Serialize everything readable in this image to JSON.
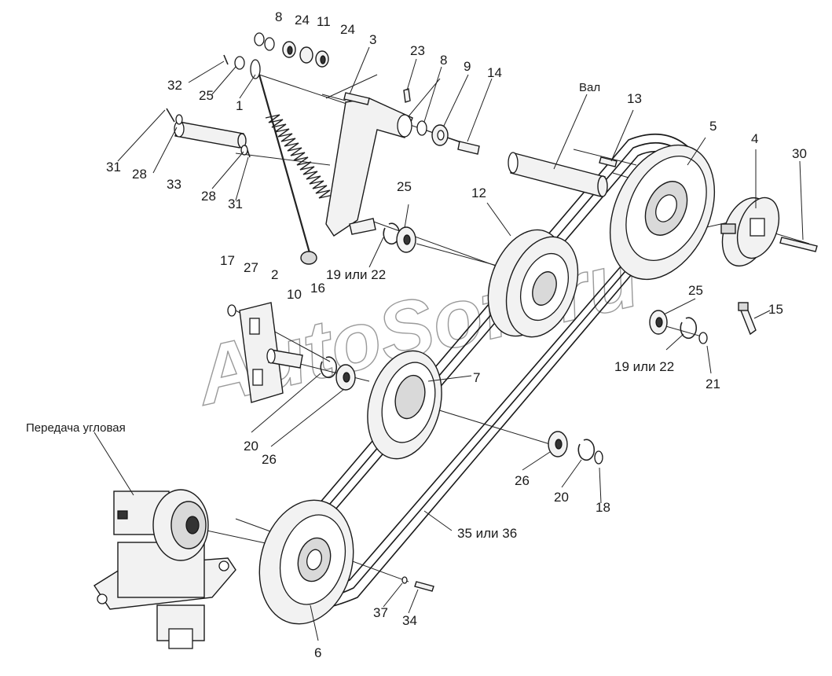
{
  "watermark": "AutoSoft.ru",
  "callouts": {
    "shaft": "Вал",
    "angular_gear": "Передача угловая"
  },
  "labels": {
    "n1": "1",
    "n2": "2",
    "n3": "3",
    "n4": "4",
    "n5": "5",
    "n6": "6",
    "n7": "7",
    "n8a": "8",
    "n8b": "8",
    "n9": "9",
    "n10": "10",
    "n11": "11",
    "n12": "12",
    "n13": "13",
    "n14": "14",
    "n15": "15",
    "n16": "16",
    "n17": "17",
    "n18": "18",
    "n19a": "19 или 22",
    "n19b": "19 или 22",
    "n20a": "20",
    "n20b": "20",
    "n21": "21",
    "n23": "23",
    "n24a": "24",
    "n24b": "24",
    "n25a": "25",
    "n25b": "25",
    "n25c": "25",
    "n26a": "26",
    "n26b": "26",
    "n27": "27",
    "n28a": "28",
    "n28b": "28",
    "n30": "30",
    "n31a": "31",
    "n31b": "31",
    "n32": "32",
    "n33": "33",
    "n34": "34",
    "n35": "35 или 36",
    "n37": "37"
  }
}
